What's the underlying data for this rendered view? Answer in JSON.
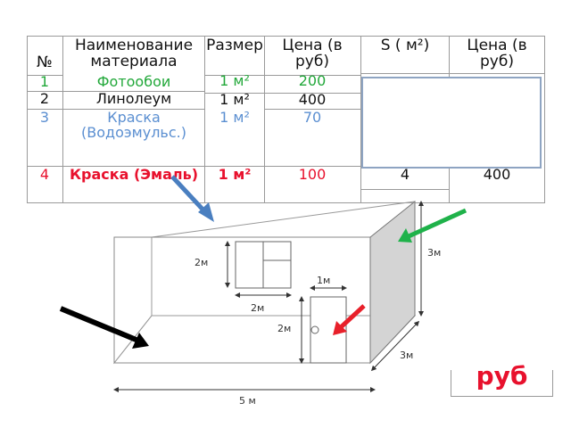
{
  "table": {
    "headers": {
      "num": "№",
      "name": "Наименование материала",
      "size": "Размер",
      "price": "Цена (в руб)",
      "area": "S ( м²)",
      "total": "Цена (в руб)"
    },
    "rows": [
      {
        "num": "1",
        "name": "Фотообои",
        "size": "1 м²",
        "price": "200",
        "color": "#22a83a"
      },
      {
        "num": "2",
        "name": "Линолеум",
        "size": "1 м²",
        "price": "400",
        "color": "#111111"
      },
      {
        "num": "3",
        "name": "Краска (Водоэмульс.)",
        "size": "1 м²",
        "price": "70",
        "color": "#5b8fd1"
      },
      {
        "num": "4",
        "name": "Краска (Эмаль)",
        "size": "1 м²",
        "price": "100",
        "color": "#e8112d",
        "area": "4",
        "total": "400"
      }
    ]
  },
  "result": {
    "unit": "руб"
  },
  "room": {
    "window_height": "2м",
    "window_width": "2м",
    "door_width": "1м",
    "door_height": "2м",
    "room_height": "3м",
    "room_depth": "3м",
    "room_length": "5 м"
  },
  "arrows": {
    "blue": "#4a7fc0",
    "green": "#1fb24a",
    "red": "#e8202a",
    "black": "#000000"
  }
}
